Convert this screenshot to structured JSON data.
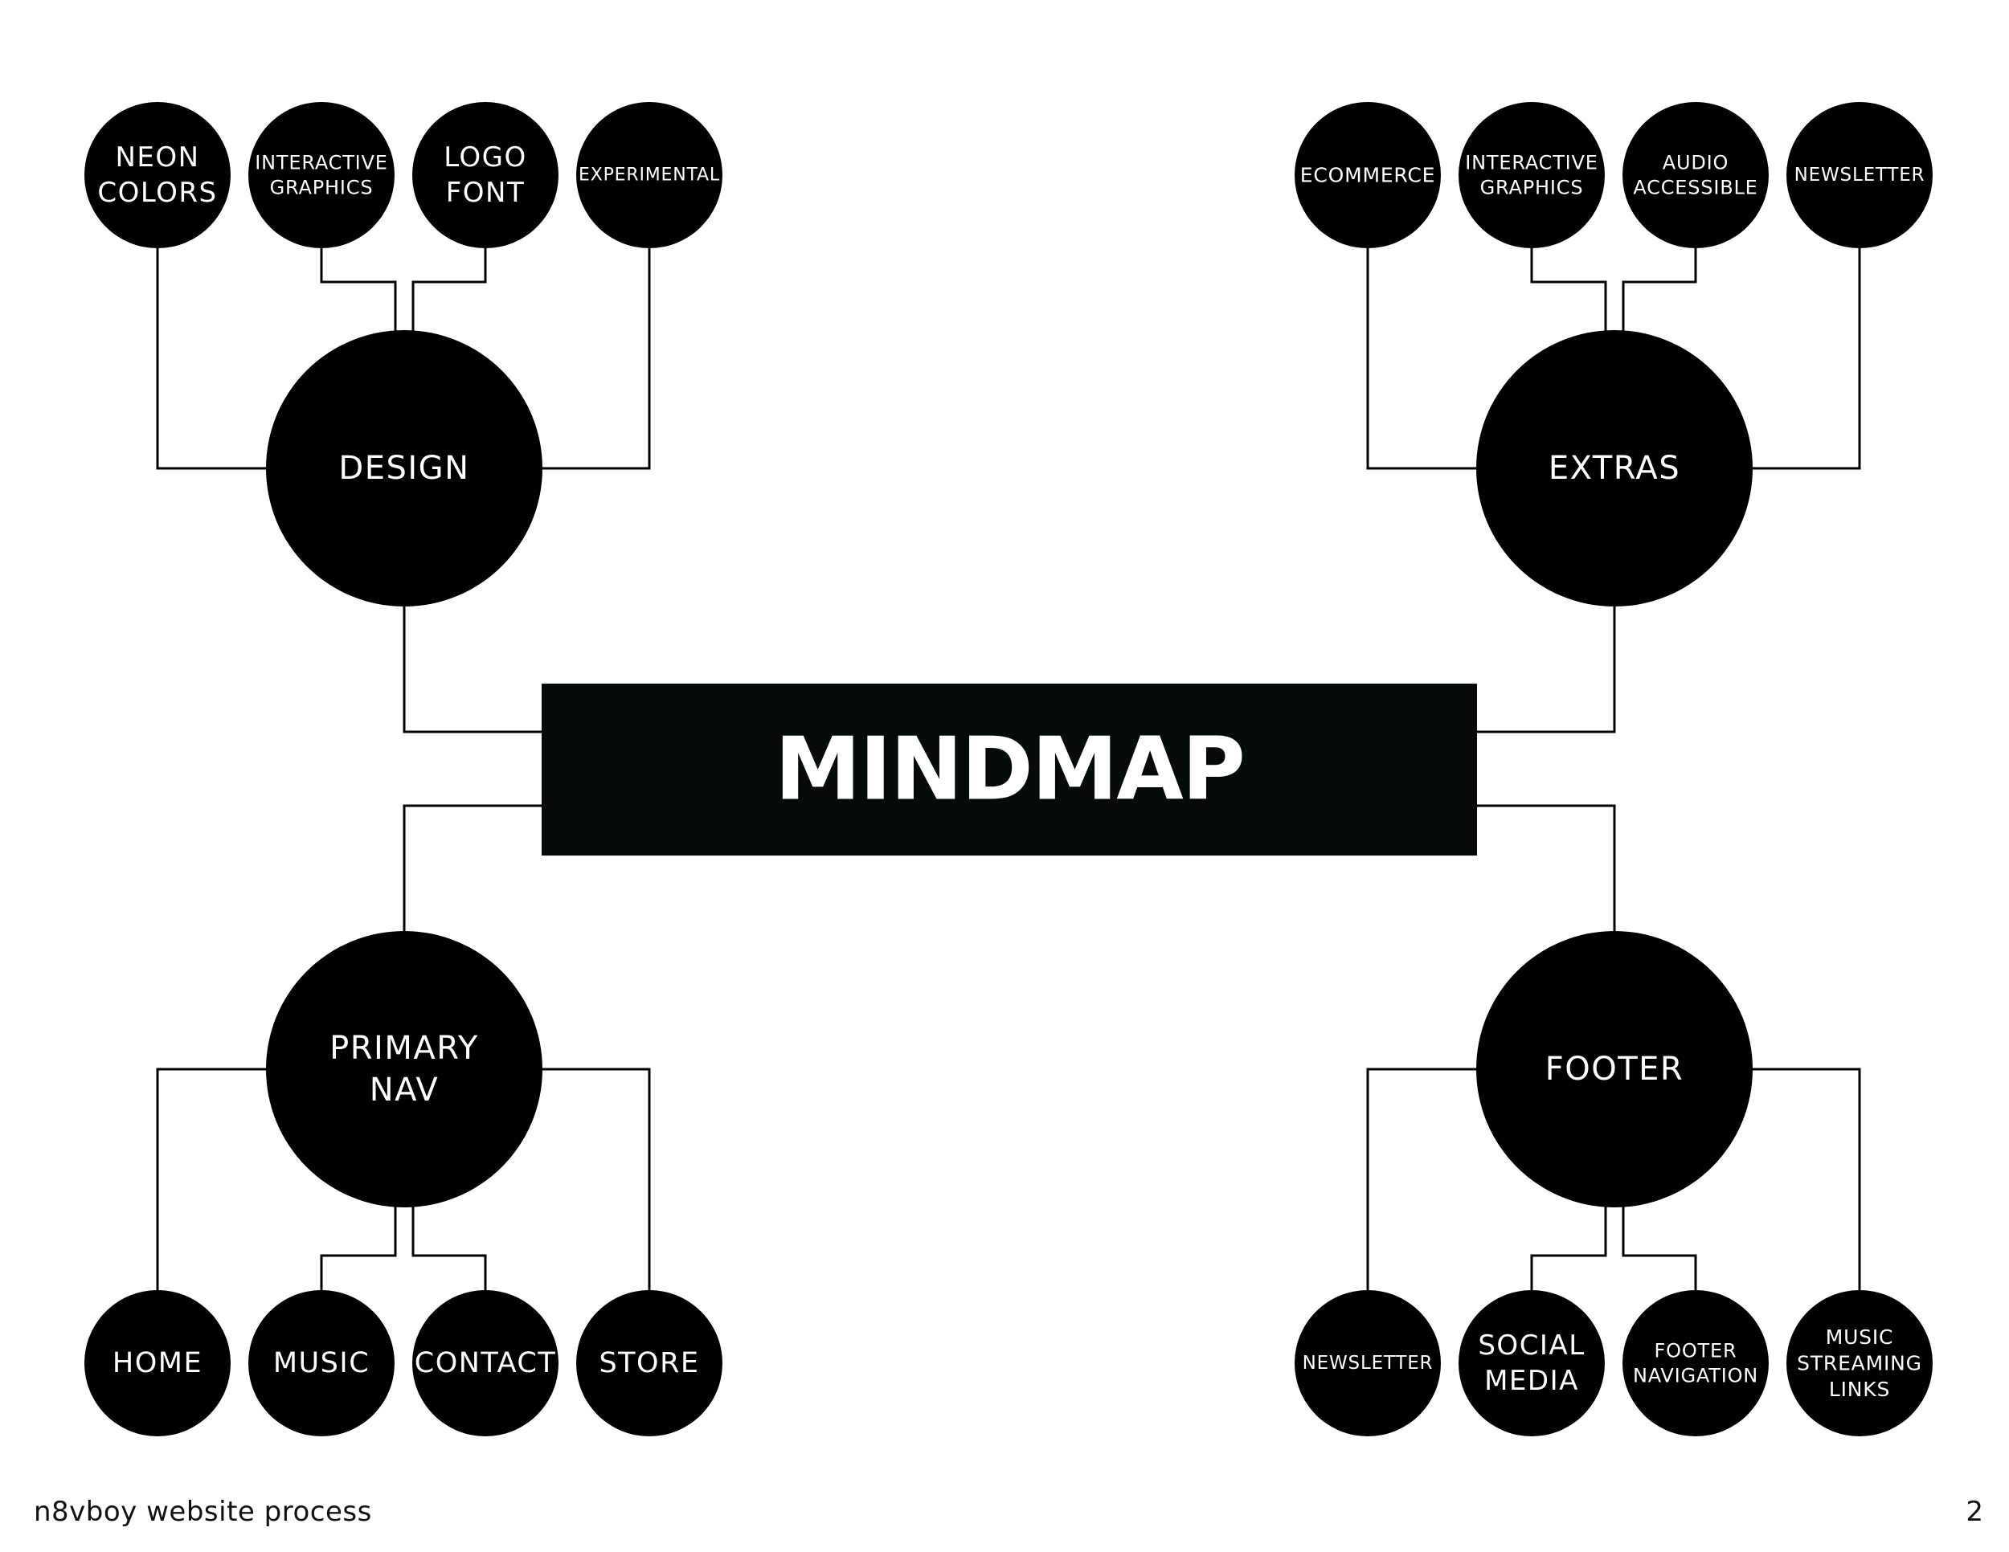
{
  "center": {
    "label": "MINDMAP",
    "color": "#050a0a"
  },
  "node_color": "#000000",
  "line_color": "#000000",
  "groups": {
    "design": {
      "label": [
        "DESIGN"
      ],
      "children": [
        [
          "NEON",
          "COLORS"
        ],
        [
          "INTERACTIVE",
          "GRAPHICS"
        ],
        [
          "LOGO",
          "FONT"
        ],
        [
          "EXPERIMENTAL"
        ]
      ]
    },
    "extras": {
      "label": [
        "EXTRAS"
      ],
      "children": [
        [
          "ECOMMERCE"
        ],
        [
          "INTERACTIVE",
          "GRAPHICS"
        ],
        [
          "AUDIO",
          "ACCESSIBLE"
        ],
        [
          "NEWSLETTER"
        ]
      ]
    },
    "primary_nav": {
      "label": [
        "PRIMARY",
        "NAV"
      ],
      "children": [
        [
          "HOME"
        ],
        [
          "MUSIC"
        ],
        [
          "CONTACT"
        ],
        [
          "STORE"
        ]
      ]
    },
    "footer": {
      "label": [
        "FOOTER"
      ],
      "children": [
        [
          "NEWSLETTER"
        ],
        [
          "SOCIAL",
          "MEDIA"
        ],
        [
          "FOOTER",
          "NAVIGATION"
        ],
        [
          "MUSIC",
          "STREAMING",
          "LINKS"
        ]
      ]
    }
  },
  "page_footer": {
    "left": "n8vboy website process",
    "page_number": "2"
  }
}
